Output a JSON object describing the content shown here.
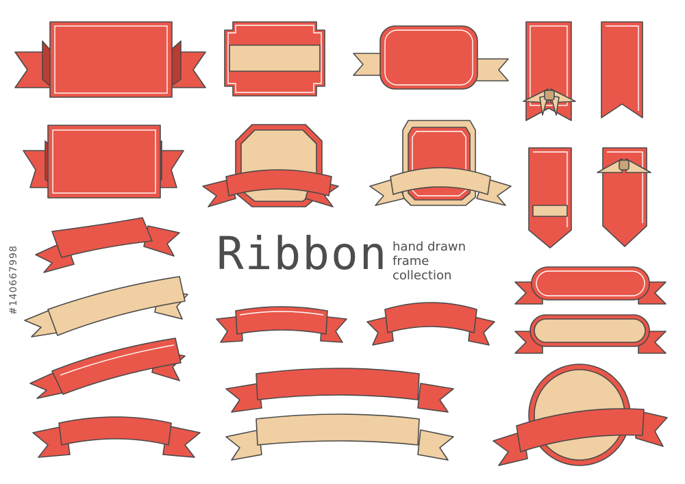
{
  "title": "Ribbon",
  "subtitle_lines": [
    "hand drawn",
    "frame",
    "collection"
  ],
  "stock_id": "#140667998",
  "colors": {
    "red": "#e9574a",
    "red_dark": "#b83d33",
    "beige": "#f0cfa2",
    "beige_dark": "#c9a57a",
    "outline": "#4a4a4a",
    "text": "#4d4d4d"
  }
}
